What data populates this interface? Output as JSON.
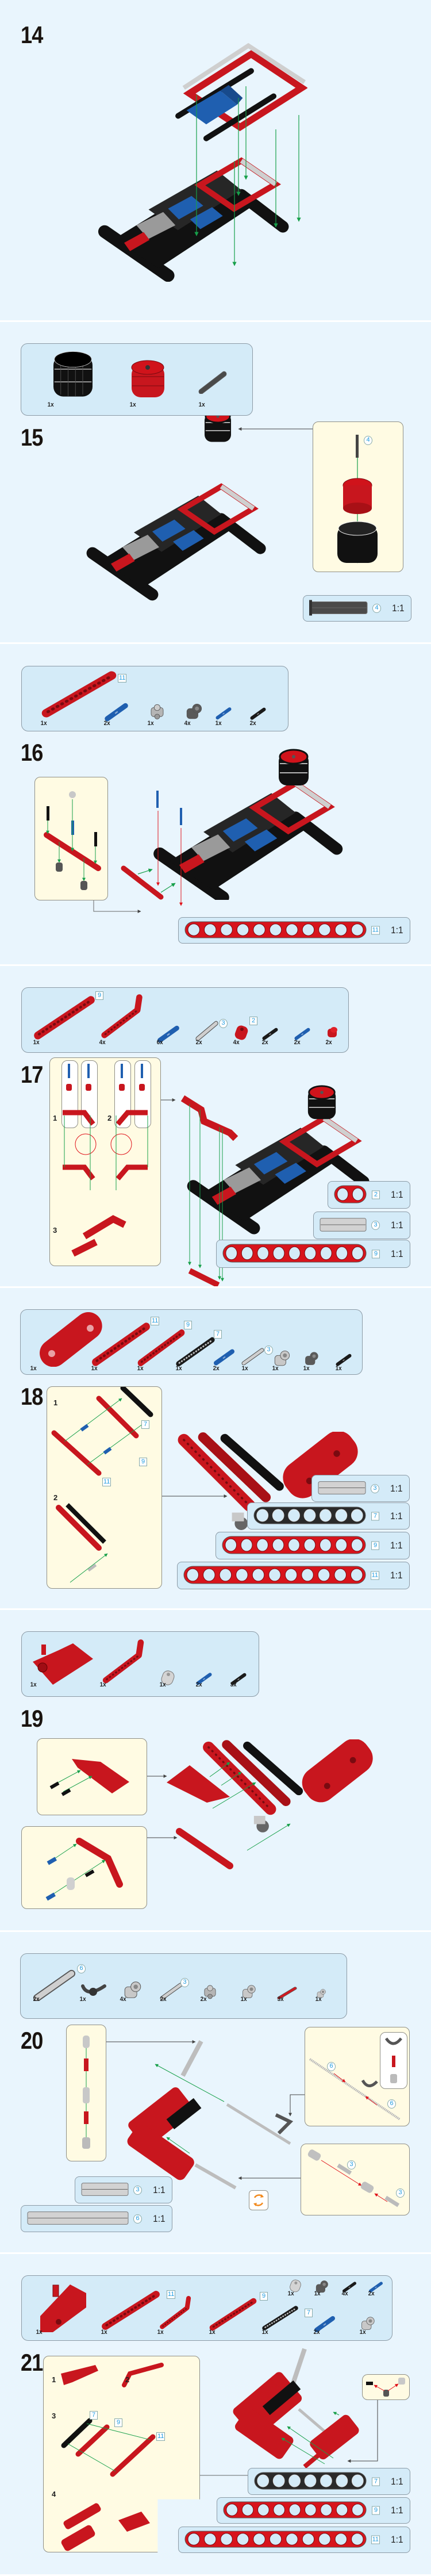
{
  "colors": {
    "background": "#e9f5fd",
    "parts_box": "#d4ebf8",
    "callout": "#fffbe3",
    "tag_text": "#1e9be0",
    "red": "#c8161e",
    "blue": "#1f5fb0",
    "arrow_green": "#17a04a",
    "arrow_red": "#e0121a"
  },
  "steps": [
    {
      "number": "14",
      "parts": [],
      "scale_bars": []
    },
    {
      "number": "15",
      "parts": [
        {
          "qty": "1x",
          "kind": "tire"
        },
        {
          "qty": "1x",
          "kind": "rim"
        },
        {
          "qty": "1x",
          "kind": "axle-dark",
          "tag": "4",
          "tag_shape": "circle"
        }
      ],
      "callout_tags": [
        "4"
      ],
      "scale_bars": [
        {
          "kind": "axle",
          "color": "#4a4a4a",
          "length": "4",
          "tag_shape": "circle",
          "ratio": "1:1"
        }
      ]
    },
    {
      "number": "16",
      "parts": [
        {
          "qty": "1x",
          "kind": "beam-red",
          "tag": "11",
          "tag_shape": "box"
        },
        {
          "qty": "2x",
          "kind": "pin-blue"
        },
        {
          "qty": "1x",
          "kind": "uj"
        },
        {
          "qty": "4x",
          "kind": "conn-dark"
        },
        {
          "qty": "1x",
          "kind": "pin-blue"
        },
        {
          "qty": "2x",
          "kind": "pin-black"
        }
      ],
      "scale_bars": [
        {
          "kind": "beam",
          "color": "#d8141c",
          "length": "11",
          "tag_shape": "box",
          "ratio": "1:1"
        }
      ]
    },
    {
      "number": "17",
      "parts": [
        {
          "qty": "1x",
          "kind": "beam-red",
          "tag": "9",
          "tag_shape": "box"
        },
        {
          "qty": "4x",
          "kind": "lbeam-red"
        },
        {
          "qty": "6x",
          "kind": "pin-blue"
        },
        {
          "qty": "2x",
          "kind": "axle-grey",
          "tag": "3",
          "tag_shape": "circle"
        },
        {
          "qty": "4x",
          "kind": "liftarm2-red",
          "tag": "2",
          "tag_shape": "box"
        },
        {
          "qty": "2x",
          "kind": "pin-black"
        },
        {
          "qty": "2x",
          "kind": "pin-blue"
        },
        {
          "qty": "2x",
          "kind": "bush-red"
        }
      ],
      "sublabels": [
        "1",
        "2",
        "3"
      ],
      "scale_bars": [
        {
          "kind": "beam",
          "color": "#d8141c",
          "length": "2",
          "tag_shape": "box",
          "ratio": "1:1"
        },
        {
          "kind": "axle",
          "color": "#d2d2d2",
          "length": "3",
          "tag_shape": "circle",
          "ratio": "1:1"
        },
        {
          "kind": "beam",
          "color": "#d8141c",
          "length": "9",
          "tag_shape": "box",
          "ratio": "1:1"
        }
      ]
    },
    {
      "number": "18",
      "parts": [
        {
          "qty": "1x",
          "kind": "panel-red"
        },
        {
          "qty": "1x",
          "kind": "beam-red",
          "tag": "11",
          "tag_shape": "box"
        },
        {
          "qty": "1x",
          "kind": "beam-red",
          "tag": "9",
          "tag_shape": "box"
        },
        {
          "qty": "1x",
          "kind": "beam-black",
          "tag": "7",
          "tag_shape": "box"
        },
        {
          "qty": "2x",
          "kind": "pin-blue"
        },
        {
          "qty": "1x",
          "kind": "axle-grey",
          "tag": "3",
          "tag_shape": "circle"
        },
        {
          "qty": "1x",
          "kind": "conn-grey"
        },
        {
          "qty": "1x",
          "kind": "conn-dark"
        },
        {
          "qty": "1x",
          "kind": "pin-black"
        }
      ],
      "sublabels": [
        "1",
        "2"
      ],
      "callout_tags": [
        "7",
        "9",
        "11"
      ],
      "scale_bars": [
        {
          "kind": "axle",
          "color": "#d2d2d2",
          "length": "3",
          "tag_shape": "circle",
          "ratio": "1:1"
        },
        {
          "kind": "beam",
          "color": "#2a2a2a",
          "length": "7",
          "tag_shape": "box",
          "ratio": "1:1"
        },
        {
          "kind": "beam",
          "color": "#d8141c",
          "length": "9",
          "tag_shape": "box",
          "ratio": "1:1"
        },
        {
          "kind": "beam",
          "color": "#d8141c",
          "length": "11",
          "tag_shape": "box",
          "ratio": "1:1"
        }
      ]
    },
    {
      "number": "19",
      "parts": [
        {
          "qty": "1x",
          "kind": "panel-small"
        },
        {
          "qty": "1x",
          "kind": "lbeam-red"
        },
        {
          "qty": "1x",
          "kind": "liftarm2-grey"
        },
        {
          "qty": "2x",
          "kind": "pin-blue"
        },
        {
          "qty": "3x",
          "kind": "pin-black"
        }
      ],
      "scale_bars": []
    },
    {
      "number": "20",
      "parts": [
        {
          "qty": "2x",
          "kind": "axle-grey",
          "tag": "6",
          "tag_shape": "circle"
        },
        {
          "qty": "1x",
          "kind": "steering"
        },
        {
          "qty": "4x",
          "kind": "conn-grey"
        },
        {
          "qty": "2x",
          "kind": "axle-grey",
          "tag": "3",
          "tag_shape": "circle"
        },
        {
          "qty": "2x",
          "kind": "uj"
        },
        {
          "qty": "1x",
          "kind": "conn-grey"
        },
        {
          "qty": "3x",
          "kind": "axle-red"
        },
        {
          "qty": "1x",
          "kind": "conn-grey"
        }
      ],
      "callout_tags": [
        "6",
        "6",
        "3",
        "3"
      ],
      "scale_bars": [
        {
          "kind": "axle",
          "color": "#d2d2d2",
          "length": "3",
          "tag_shape": "circle",
          "ratio": "1:1"
        },
        {
          "kind": "axle",
          "color": "#d2d2d2",
          "length": "6",
          "tag_shape": "circle",
          "ratio": "1:1"
        }
      ]
    },
    {
      "number": "21",
      "parts": [
        {
          "qty": "1x",
          "kind": "panel-wing"
        },
        {
          "qty": "1x",
          "kind": "beam-red",
          "tag": "11",
          "tag_shape": "box"
        },
        {
          "qty": "1x",
          "kind": "lbeam-red"
        },
        {
          "qty": "1x",
          "kind": "beam-red",
          "tag": "9",
          "tag_shape": "box"
        },
        {
          "qty": "1x",
          "kind": "beam-black",
          "tag": "7",
          "tag_shape": "box"
        },
        {
          "qty": "2x",
          "kind": "pin-blue"
        },
        {
          "qty": "1x",
          "kind": "conn-grey"
        },
        {
          "qty": "1x",
          "kind": "liftarm2-grey"
        },
        {
          "qty": "1x",
          "kind": "conn-dark"
        },
        {
          "qty": "4x",
          "kind": "pin-black"
        },
        {
          "qty": "2x",
          "kind": "pin-blue"
        }
      ],
      "sublabels": [
        "1",
        "2",
        "3",
        "4"
      ],
      "callout_tags": [
        "7",
        "9",
        "11"
      ],
      "scale_bars": [
        {
          "kind": "beam",
          "color": "#2a2a2a",
          "length": "7",
          "tag_shape": "box",
          "ratio": "1:1"
        },
        {
          "kind": "beam",
          "color": "#d8141c",
          "length": "9",
          "tag_shape": "box",
          "ratio": "1:1"
        },
        {
          "kind": "beam",
          "color": "#d8141c",
          "length": "11",
          "tag_shape": "box",
          "ratio": "1:1"
        }
      ]
    }
  ]
}
